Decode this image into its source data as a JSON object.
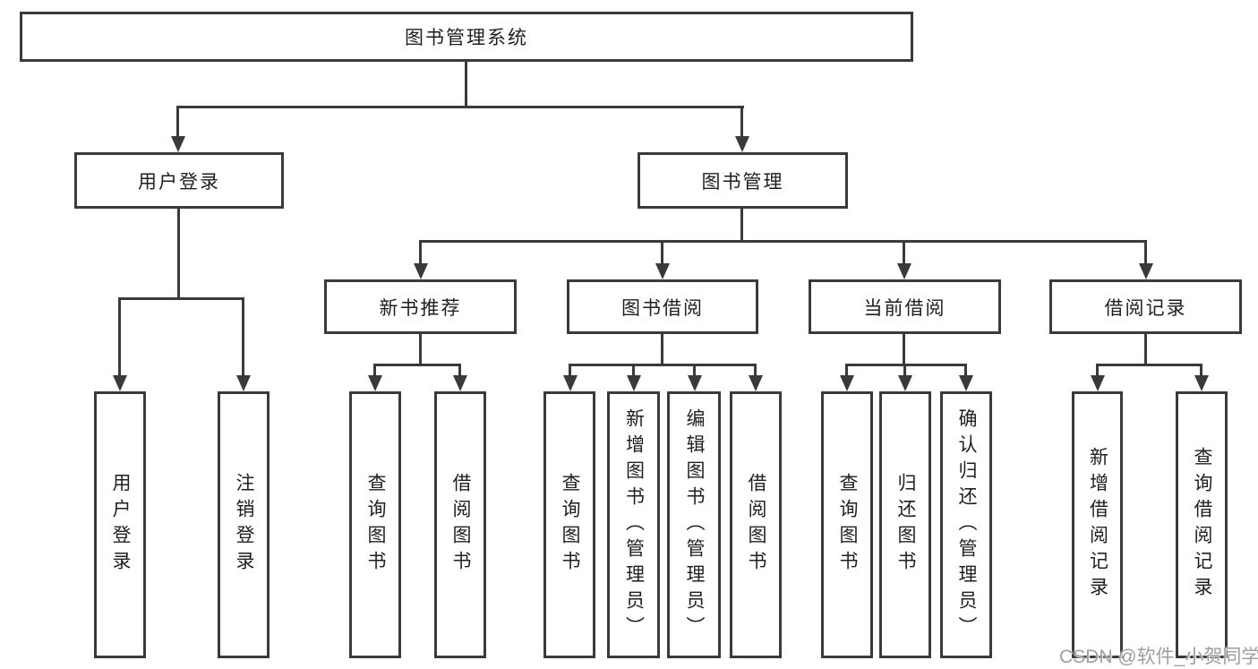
{
  "diagram": {
    "title": "图书管理系统",
    "type": "hierarchy-tree",
    "line_color": "#3a3a3a",
    "text_color": "#1f1f1f",
    "background_color": "#ffffff",
    "watermark_color": "#9e9e9e"
  },
  "tree": {
    "label": "图书管理系统",
    "children": [
      {
        "label": "用户登录",
        "children": [
          {
            "label": "用户登录"
          },
          {
            "label": "注销登录"
          }
        ]
      },
      {
        "label": "图书管理",
        "children": [
          {
            "label": "新书推荐",
            "children": [
              {
                "label": "查询图书"
              },
              {
                "label": "借阅图书"
              }
            ]
          },
          {
            "label": "图书借阅",
            "children": [
              {
                "label": "查询图书"
              },
              {
                "label": "新增图书（管理员）"
              },
              {
                "label": "编辑图书（管理员）"
              },
              {
                "label": "借阅图书"
              }
            ]
          },
          {
            "label": "当前借阅",
            "children": [
              {
                "label": "查询图书"
              },
              {
                "label": "归还图书"
              },
              {
                "label": "确认归还（管理员）"
              }
            ]
          },
          {
            "label": "借阅记录",
            "children": [
              {
                "label": "新增借阅记录"
              },
              {
                "label": "查询借阅记录"
              }
            ]
          }
        ]
      }
    ]
  },
  "watermark": "CSDN @软件_小贺同学"
}
